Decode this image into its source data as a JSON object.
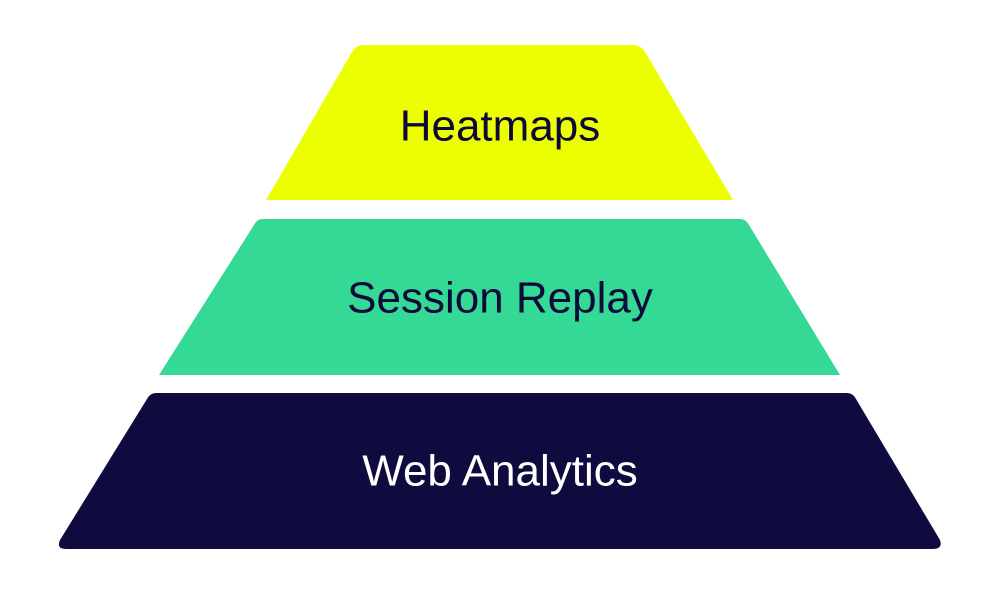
{
  "pyramid": {
    "tiers": [
      {
        "label": "Heatmaps",
        "color": "#EBFF00",
        "text_color": "#0D0A3A"
      },
      {
        "label": "Session Replay",
        "color": "#34D995",
        "text_color": "#0D0A3A"
      },
      {
        "label": "Web Analytics",
        "color": "#100B3F",
        "text_color": "#FFFFFF"
      }
    ]
  }
}
